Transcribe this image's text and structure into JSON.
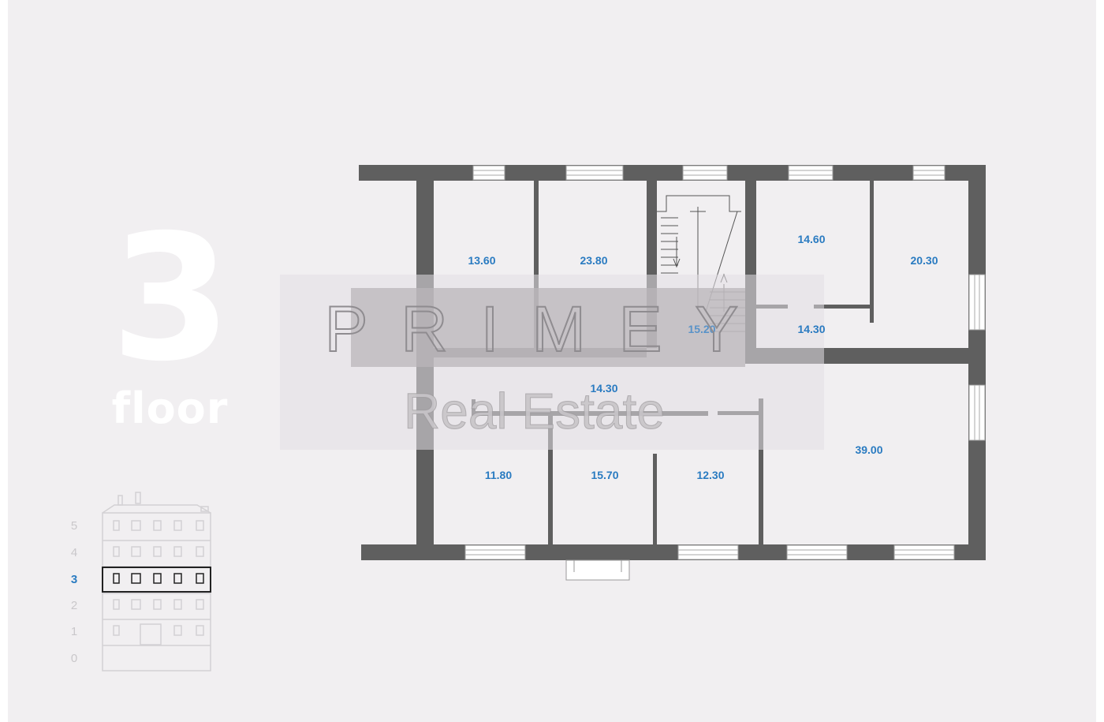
{
  "floor": {
    "number": "3",
    "word": "floor"
  },
  "levels": [
    "5",
    "4",
    "3",
    "2",
    "1",
    "0"
  ],
  "active_level": "3",
  "rooms": [
    {
      "id": "r1",
      "area": "13.60"
    },
    {
      "id": "r2",
      "area": "23.80"
    },
    {
      "id": "r3",
      "area": "15.20"
    },
    {
      "id": "r4",
      "area": "14.60"
    },
    {
      "id": "r5",
      "area": "20.30"
    },
    {
      "id": "r6",
      "area": "14.30"
    },
    {
      "id": "r7",
      "area": "14.30"
    },
    {
      "id": "r8",
      "area": "11.80"
    },
    {
      "id": "r9",
      "area": "15.70"
    },
    {
      "id": "r10",
      "area": "12.30"
    },
    {
      "id": "r11",
      "area": "39.00"
    }
  ],
  "watermark": {
    "brand": "PRIMEY",
    "sub": "Real Estate"
  },
  "colors": {
    "background": "#f1eff1",
    "wall": "#5f5f5f",
    "accent": "#2a7bc1",
    "watermark_box": "#d9d6da"
  }
}
